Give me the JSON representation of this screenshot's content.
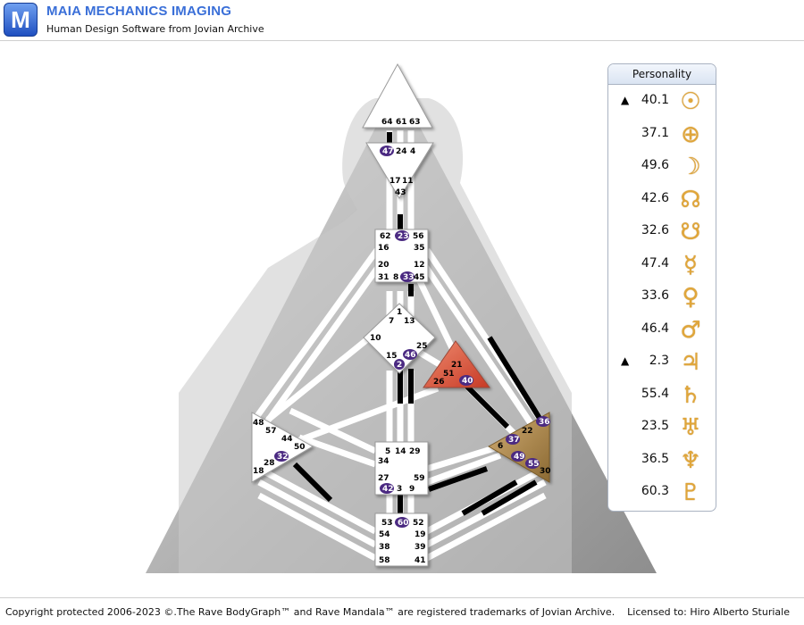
{
  "header": {
    "logo_letter": "M",
    "brand": "MAIA MECHANICS IMAGING",
    "tagline": "Human Design Software from Jovian Archive"
  },
  "gates": {
    "g64": "64",
    "g61": "61",
    "g63": "63",
    "g47": "47",
    "g24": "24",
    "g4": "4",
    "g17": "17",
    "g11": "11",
    "g43": "43",
    "g62": "62",
    "g23": "23",
    "g56": "56",
    "g16": "16",
    "g35": "35",
    "g20": "20",
    "g12": "12",
    "g31": "31",
    "g8": "8",
    "g33": "33",
    "g45": "45",
    "g1": "1",
    "g7": "7",
    "g13": "13",
    "g10": "10",
    "g25": "25",
    "g15": "15",
    "g46": "46",
    "g2": "2",
    "g21": "21",
    "g51": "51",
    "g26": "26",
    "g40": "40",
    "g48": "48",
    "g57": "57",
    "g44": "44",
    "g50": "50",
    "g28": "28",
    "g32": "32",
    "g18": "18",
    "g5": "5",
    "g14": "14",
    "g29": "29",
    "g34": "34",
    "g27": "27",
    "g59": "59",
    "g42": "42",
    "g3": "3",
    "g9": "9",
    "g36": "36",
    "g22": "22",
    "g37": "37",
    "g6": "6",
    "g49": "49",
    "g55": "55",
    "g30": "30",
    "g53": "53",
    "g60": "60",
    "g52": "52",
    "g54": "54",
    "g19": "19",
    "g38": "38",
    "g39": "39",
    "g58": "58",
    "g41": "41"
  },
  "personality": {
    "title": "Personality",
    "rows": [
      {
        "arrow": "▲",
        "value": "40.1",
        "planet": "sun-icon",
        "glyph": "☉"
      },
      {
        "arrow": "",
        "value": "37.1",
        "planet": "earth-icon",
        "glyph": "⊕"
      },
      {
        "arrow": "",
        "value": "49.6",
        "planet": "moon-icon",
        "glyph": "☽"
      },
      {
        "arrow": "",
        "value": "42.6",
        "planet": "north-node-icon",
        "glyph": "☊"
      },
      {
        "arrow": "",
        "value": "32.6",
        "planet": "south-node-icon",
        "glyph": "☋"
      },
      {
        "arrow": "",
        "value": "47.4",
        "planet": "mercury-icon",
        "glyph": "☿"
      },
      {
        "arrow": "",
        "value": "33.6",
        "planet": "venus-icon",
        "glyph": "♀"
      },
      {
        "arrow": "",
        "value": "46.4",
        "planet": "mars-icon",
        "glyph": "♂"
      },
      {
        "arrow": "▲",
        "value": "2.3",
        "planet": "jupiter-icon",
        "glyph": "♃"
      },
      {
        "arrow": "",
        "value": "55.4",
        "planet": "saturn-icon",
        "glyph": "♄"
      },
      {
        "arrow": "",
        "value": "23.5",
        "planet": "uranus-icon",
        "glyph": "♅"
      },
      {
        "arrow": "",
        "value": "36.5",
        "planet": "neptune-icon",
        "glyph": "♆"
      },
      {
        "arrow": "",
        "value": "60.3",
        "planet": "pluto-icon",
        "glyph": "♇"
      }
    ]
  },
  "colors": {
    "brand_blue": "#3a6fd8",
    "activated_gate": "#4b2a82",
    "defined_channel": "#000000",
    "heart_center": "#e0553f",
    "spleen_center": "#a57f43",
    "planet_glyph": "#e0a63a"
  },
  "footer": {
    "copyright": "Copyright protected 2006-2023 ©.The Rave BodyGraph™ and Rave Mandala™ are registered trademarks of Jovian Archive.",
    "license": "Licensed to: Hiro Alberto Sturiale"
  }
}
